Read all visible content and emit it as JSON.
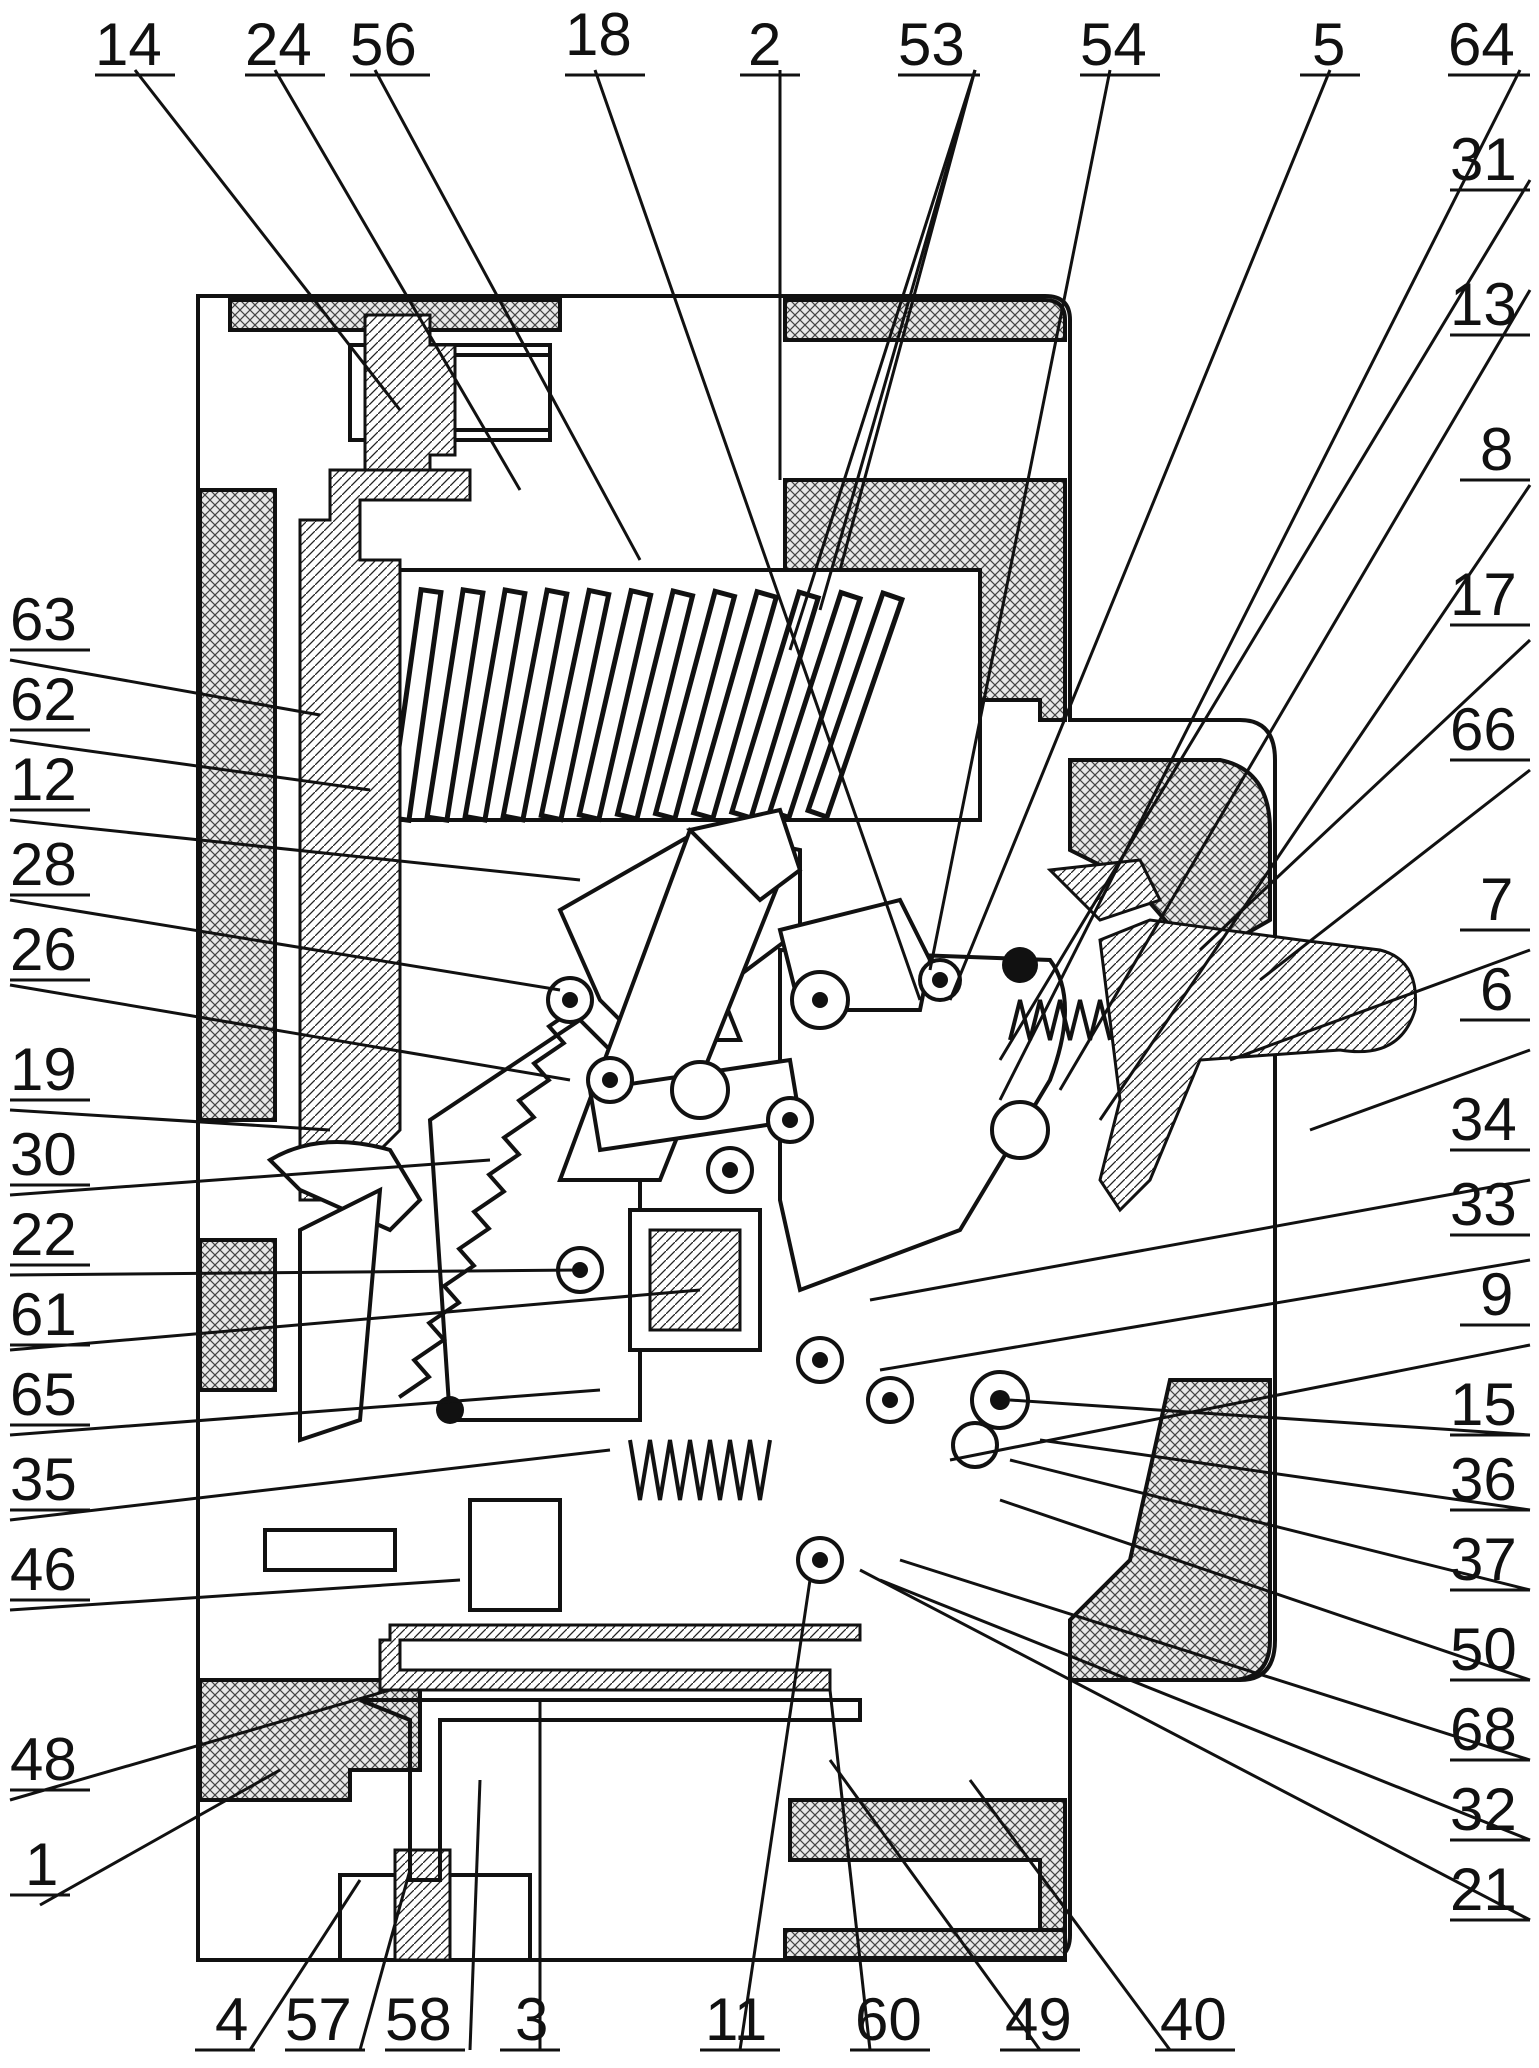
{
  "diagram": {
    "type": "technical-drawing",
    "subject": "circuit breaker cross-section",
    "labels_top": [
      "14",
      "24",
      "56",
      "18",
      "2",
      "53",
      "54",
      "5",
      "64"
    ],
    "labels_right": [
      "31",
      "13",
      "8",
      "17",
      "66",
      "7",
      "6",
      "34",
      "33",
      "9",
      "15",
      "36",
      "37",
      "50",
      "68",
      "32",
      "21"
    ],
    "labels_left": [
      "63",
      "62",
      "12",
      "28",
      "26",
      "19",
      "30",
      "22",
      "61",
      "65",
      "35",
      "46",
      "48",
      "1"
    ],
    "labels_bottom": [
      "4",
      "57",
      "58",
      "3",
      "11",
      "60",
      "49",
      "40"
    ]
  }
}
